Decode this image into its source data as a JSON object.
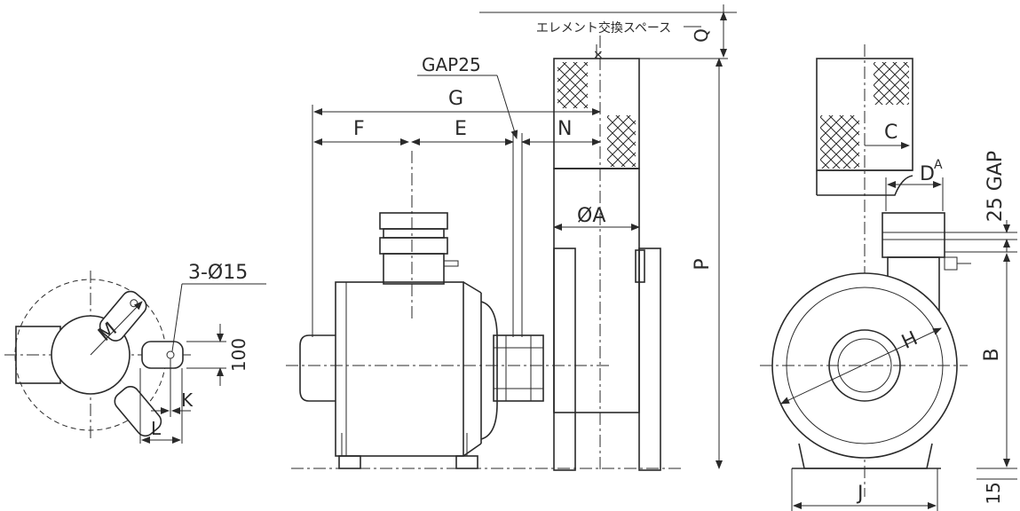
{
  "labels": {
    "element_space": "エレメント交換スペース",
    "Q": "Q",
    "gap25_top": "GAP25",
    "G": "G",
    "F": "F",
    "E": "E",
    "N": "N",
    "phi_A": "ØA",
    "P": "P",
    "holes": "3-Ø15",
    "M": "M",
    "dim_100": "100",
    "K": "K",
    "L": "L",
    "C": "C",
    "D": "D",
    "D_sup": "A",
    "gap25_right": "25 GAP",
    "H": "H",
    "B": "B",
    "J": "J",
    "dim_15": "15"
  },
  "colors": {
    "line": "#2a2a2a",
    "background": "#ffffff"
  }
}
